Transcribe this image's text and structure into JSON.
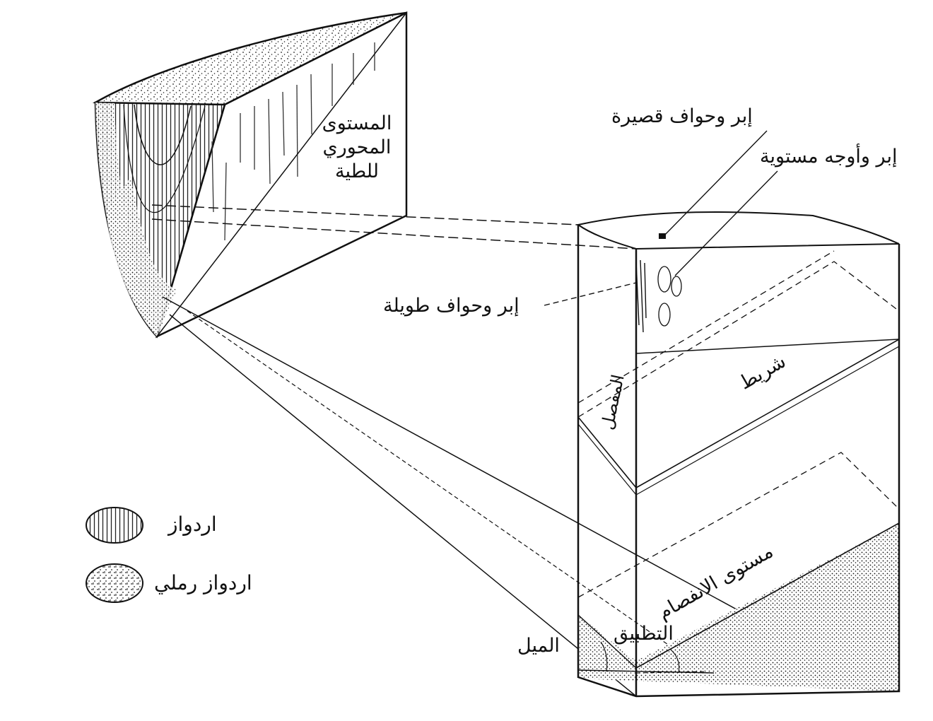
{
  "labels": {
    "axial_plane": [
      "المستوى",
      "المحوري",
      "للطية"
    ],
    "short_needles": "إبر وحواف قصيرة",
    "flat_needles": "إبر وأوجه مستوية",
    "long_needles": "إبر وحواف طويلة",
    "band": "شريط",
    "fracture_plane": "مستوى الانفصام",
    "bedding": "التطبيق",
    "dip": "الميل",
    "hinge": "المفصل"
  },
  "legend": [
    {
      "label": "اردواز",
      "pattern": "vertical-stripes"
    },
    {
      "label": "اردواز رملي",
      "pattern": "stippled"
    }
  ]
}
